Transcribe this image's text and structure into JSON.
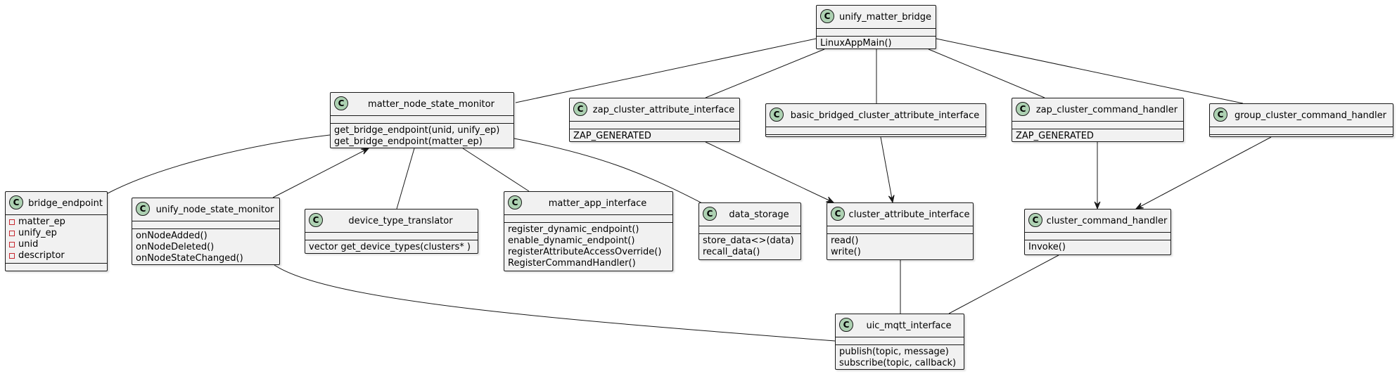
{
  "diagram": {
    "classes": [
      {
        "id": "unify_matter_bridge",
        "name": "unify_matter_bridge",
        "fields": [],
        "methods": [
          "LinuxAppMain()"
        ]
      },
      {
        "id": "matter_node_state_monitor",
        "name": "matter_node_state_monitor",
        "fields": [],
        "methods": [
          "get_bridge_endpoint(unid, unify_ep)",
          "get_bridge_endpoint(matter_ep)"
        ]
      },
      {
        "id": "zap_cluster_attribute_interface",
        "name": "zap_cluster_attribute_interface",
        "fields": [],
        "methods": [
          "ZAP_GENERATED"
        ]
      },
      {
        "id": "basic_bridged_cluster_attribute_interface",
        "name": "basic_bridged_cluster_attribute_interface",
        "fields": [],
        "methods": []
      },
      {
        "id": "zap_cluster_command_handler",
        "name": "zap_cluster_command_handler",
        "fields": [],
        "methods": [
          "ZAP_GENERATED"
        ]
      },
      {
        "id": "group_cluster_command_handler",
        "name": "group_cluster_command_handler",
        "fields": [],
        "methods": []
      },
      {
        "id": "bridge_endpoint",
        "name": "bridge_endpoint",
        "fields": [
          "matter_ep",
          "unify_ep",
          "unid",
          "descriptor"
        ],
        "methods": []
      },
      {
        "id": "unify_node_state_monitor",
        "name": "unify_node_state_monitor",
        "fields": [],
        "methods": [
          "onNodeAdded()",
          "onNodeDeleted()",
          "onNodeStateChanged()"
        ]
      },
      {
        "id": "device_type_translator",
        "name": "device_type_translator",
        "fields": [],
        "methods": [
          "vector get_device_types(clusters* )"
        ]
      },
      {
        "id": "matter_app_interface",
        "name": "matter_app_interface",
        "fields": [],
        "methods": [
          "register_dynamic_endpoint()",
          "enable_dynamic_endpoint()",
          "registerAttributeAccessOverride()",
          "RegisterCommandHandler()"
        ]
      },
      {
        "id": "data_storage",
        "name": "data_storage",
        "fields": [],
        "methods": [
          "store_data<>(data)",
          "recall_data()"
        ]
      },
      {
        "id": "cluster_attribute_interface",
        "name": "cluster_attribute_interface",
        "fields": [],
        "methods": [
          "read()",
          "write()"
        ]
      },
      {
        "id": "cluster_command_handler",
        "name": "cluster_command_handler",
        "fields": [],
        "methods": [
          "Invoke()"
        ]
      },
      {
        "id": "uic_mqtt_interface",
        "name": "uic_mqtt_interface",
        "fields": [],
        "methods": [
          "publish(topic, message)",
          "subscribe(topic, callback)"
        ]
      }
    ],
    "relations": [
      {
        "from": "unify_matter_bridge",
        "to": "matter_node_state_monitor",
        "arrow": false
      },
      {
        "from": "unify_matter_bridge",
        "to": "zap_cluster_attribute_interface",
        "arrow": false
      },
      {
        "from": "unify_matter_bridge",
        "to": "basic_bridged_cluster_attribute_interface",
        "arrow": false
      },
      {
        "from": "unify_matter_bridge",
        "to": "zap_cluster_command_handler",
        "arrow": false
      },
      {
        "from": "unify_matter_bridge",
        "to": "group_cluster_command_handler",
        "arrow": false
      },
      {
        "from": "matter_node_state_monitor",
        "to": "bridge_endpoint",
        "arrow": false
      },
      {
        "from": "unify_node_state_monitor",
        "to": "matter_node_state_monitor",
        "arrow": true
      },
      {
        "from": "matter_node_state_monitor",
        "to": "device_type_translator",
        "arrow": false
      },
      {
        "from": "matter_node_state_monitor",
        "to": "matter_app_interface",
        "arrow": false
      },
      {
        "from": "matter_node_state_monitor",
        "to": "data_storage",
        "arrow": false
      },
      {
        "from": "zap_cluster_attribute_interface",
        "to": "cluster_attribute_interface",
        "arrow": true
      },
      {
        "from": "basic_bridged_cluster_attribute_interface",
        "to": "cluster_attribute_interface",
        "arrow": true
      },
      {
        "from": "zap_cluster_command_handler",
        "to": "cluster_command_handler",
        "arrow": true
      },
      {
        "from": "group_cluster_command_handler",
        "to": "cluster_command_handler",
        "arrow": true
      },
      {
        "from": "cluster_attribute_interface",
        "to": "uic_mqtt_interface",
        "arrow": false
      },
      {
        "from": "cluster_command_handler",
        "to": "uic_mqtt_interface",
        "arrow": false
      },
      {
        "from": "unify_node_state_monitor",
        "to": "uic_mqtt_interface",
        "arrow": false
      }
    ]
  },
  "badge_letter": "C",
  "colors": {
    "badge": "#add1b2",
    "box_fill": "#f1f1f1",
    "line": "#181818",
    "private_marker": "#c82930"
  }
}
